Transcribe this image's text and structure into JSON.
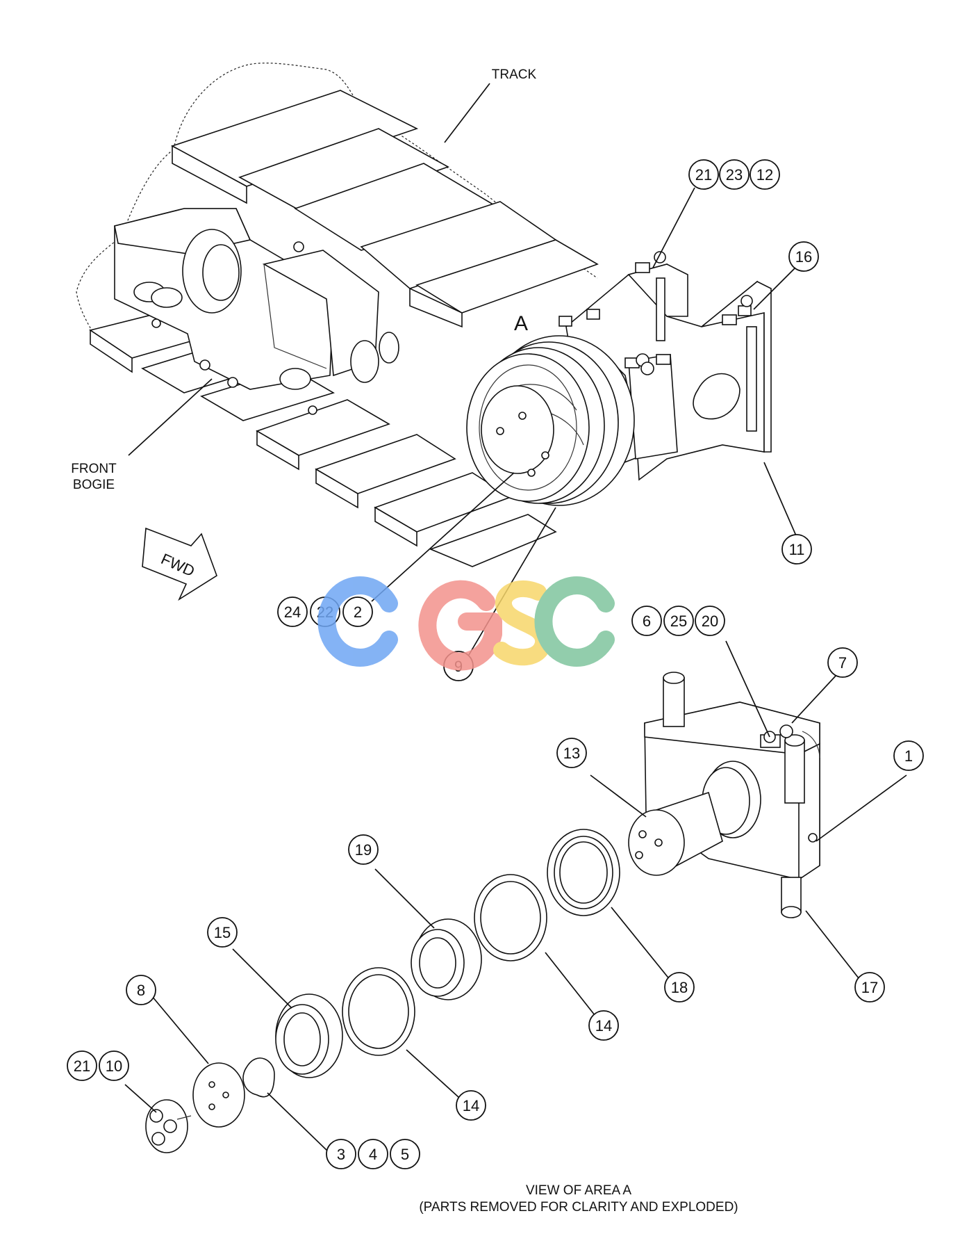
{
  "labels": {
    "track": "TRACK",
    "front_bogie_line1": "FRONT",
    "front_bogie_line2": "BOGIE",
    "area_a": "A",
    "fwd": "FWD",
    "view_line1": "VIEW OF AREA A",
    "view_line2": "(PARTS REMOVED FOR CLARITY AND EXPLODED)"
  },
  "watermark": {
    "letters": [
      "C",
      "G",
      "S",
      "C"
    ],
    "colors": [
      "#6fa6f3",
      "#f3928c",
      "#f7d66a",
      "#7fc59e"
    ]
  },
  "callouts": {
    "c21a": "21",
    "c23": "23",
    "c12": "12",
    "c16": "16",
    "c11": "11",
    "c24": "24",
    "c22": "22",
    "c2": "2",
    "c9": "9",
    "c6": "6",
    "c25": "25",
    "c20": "20",
    "c7": "7",
    "c13": "13",
    "c1": "1",
    "c19": "19",
    "c18": "18",
    "c14a": "14",
    "c17": "17",
    "c15": "15",
    "c8": "8",
    "c14b": "14",
    "c21b": "21",
    "c10": "10",
    "c3": "3",
    "c4": "4",
    "c5": "5"
  }
}
